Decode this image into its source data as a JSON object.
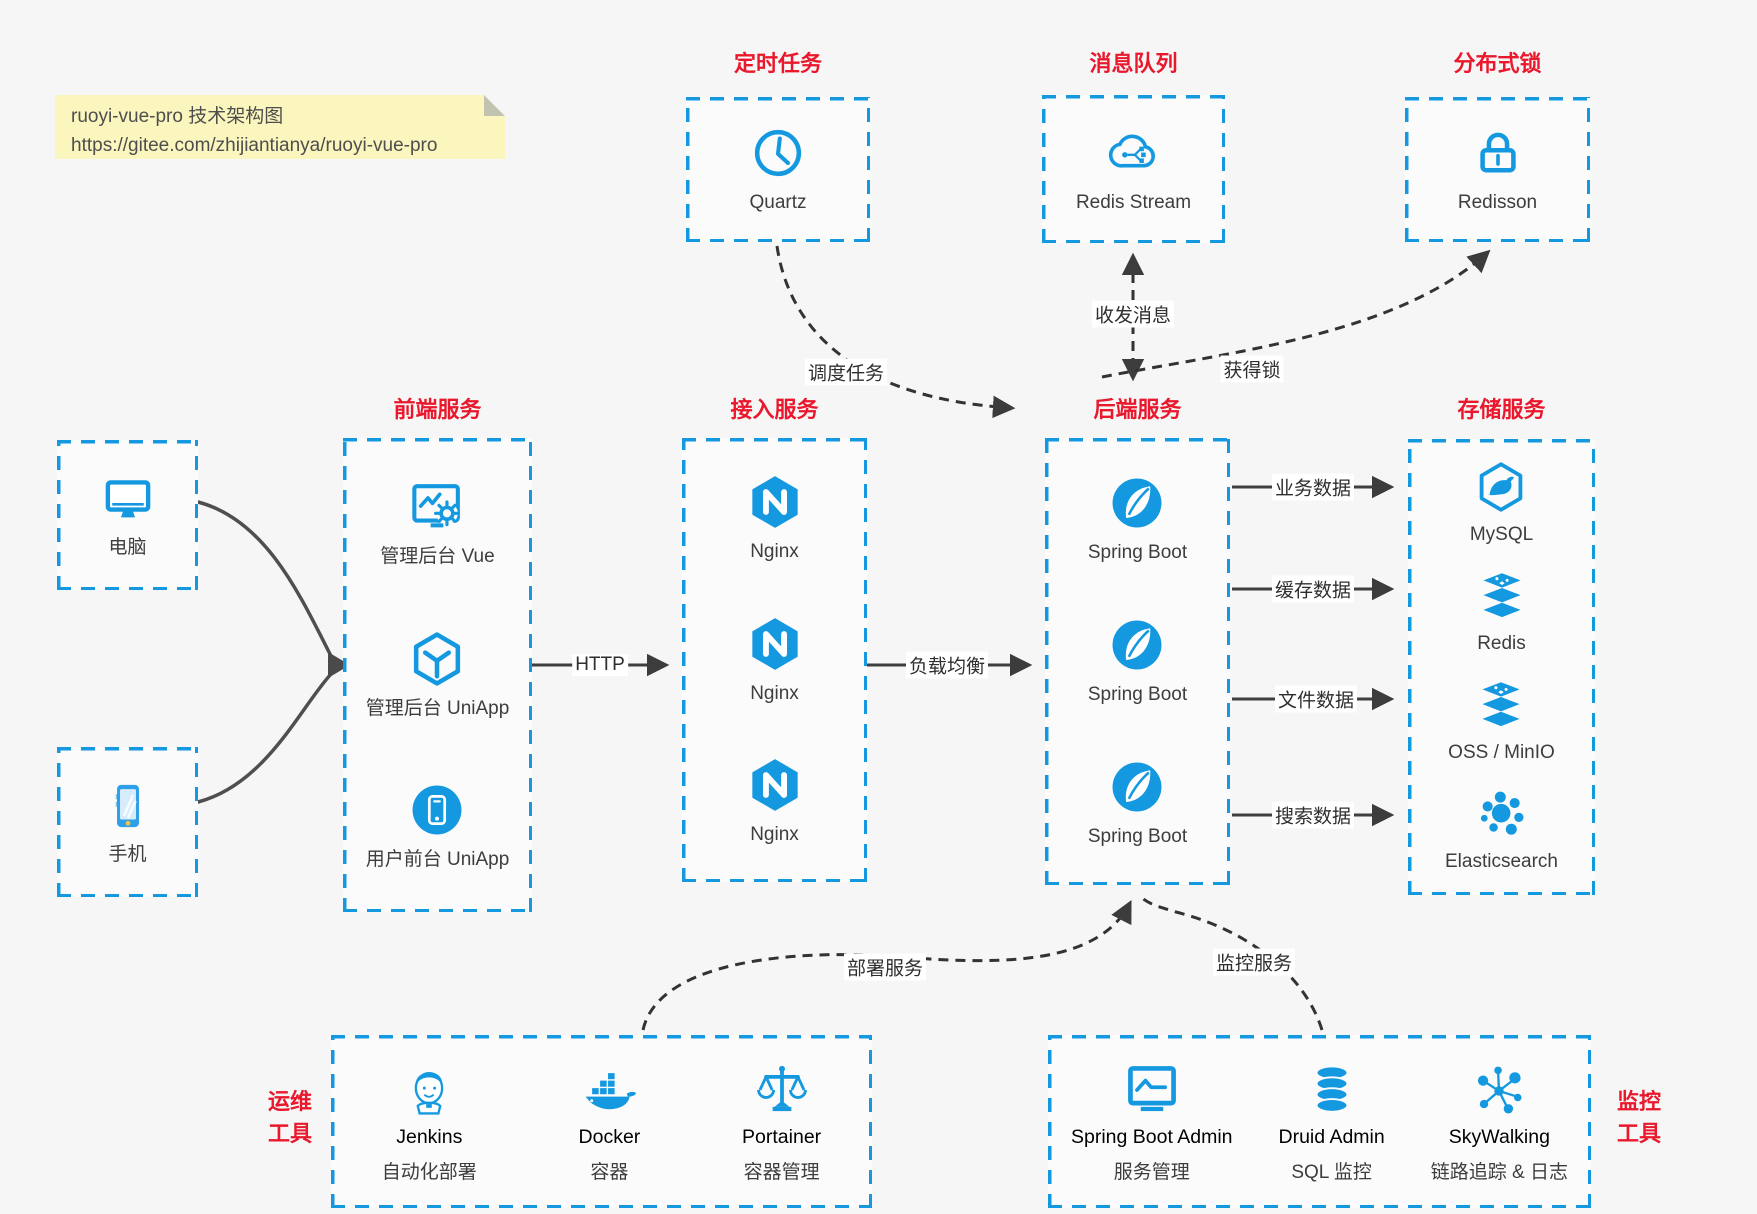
{
  "note": {
    "line1": "ruoyi-vue-pro 技术架构图",
    "line2": "https://gitee.com/zhijiantianya/ruoyi-vue-pro"
  },
  "colors": {
    "accent_blue": "#1499e0",
    "title_red": "#e9182c",
    "note_bg": "#fbf6bd",
    "arrow_dark": "#3f3f3f",
    "canvas_bg": "#f6f6f6"
  },
  "top_services": [
    {
      "title": "定时任务",
      "icon": "clock-icon",
      "label": "Quartz"
    },
    {
      "title": "消息队列",
      "icon": "message-cloud-icon",
      "label": "Redis Stream"
    },
    {
      "title": "分布式锁",
      "icon": "lock-icon",
      "label": "Redisson"
    }
  ],
  "clients": [
    {
      "icon": "desktop-icon",
      "label": "电脑"
    },
    {
      "icon": "phone-icon",
      "label": "手机"
    }
  ],
  "frontend": {
    "title": "前端服务",
    "items": [
      {
        "icon": "admin-vue-icon",
        "label": "管理后台 Vue"
      },
      {
        "icon": "uniapp-cube-icon",
        "label": "管理后台 UniApp"
      },
      {
        "icon": "mobile-app-icon",
        "label": "用户前台 UniApp"
      }
    ]
  },
  "gateway": {
    "title": "接入服务",
    "items": [
      {
        "icon": "nginx-icon",
        "label": "Nginx"
      },
      {
        "icon": "nginx-icon",
        "label": "Nginx"
      },
      {
        "icon": "nginx-icon",
        "label": "Nginx"
      }
    ]
  },
  "backend": {
    "title": "后端服务",
    "items": [
      {
        "icon": "spring-boot-icon",
        "label": "Spring Boot"
      },
      {
        "icon": "spring-boot-icon",
        "label": "Spring Boot"
      },
      {
        "icon": "spring-boot-icon",
        "label": "Spring Boot"
      }
    ]
  },
  "storage": {
    "title": "存储服务",
    "items": [
      {
        "icon": "mysql-icon",
        "label": "MySQL"
      },
      {
        "icon": "redis-stack-icon",
        "label": "Redis"
      },
      {
        "icon": "storage-stack-icon",
        "label": "OSS / MinIO"
      },
      {
        "icon": "elasticsearch-icon",
        "label": "Elasticsearch"
      }
    ]
  },
  "ops_tools": {
    "title_line1": "运维",
    "title_line2": "工具",
    "items": [
      {
        "icon": "jenkins-icon",
        "name": "Jenkins",
        "desc": "自动化部署"
      },
      {
        "icon": "docker-icon",
        "name": "Docker",
        "desc": "容器"
      },
      {
        "icon": "portainer-icon",
        "name": "Portainer",
        "desc": "容器管理"
      }
    ]
  },
  "monitor_tools": {
    "title_line1": "监控",
    "title_line2": "工具",
    "items": [
      {
        "icon": "spring-boot-admin-icon",
        "name": "Spring Boot Admin",
        "desc": "服务管理"
      },
      {
        "icon": "druid-icon",
        "name": "Druid Admin",
        "desc": "SQL 监控"
      },
      {
        "icon": "skywalking-icon",
        "name": "SkyWalking",
        "desc": "链路追踪 & 日志"
      }
    ]
  },
  "edge_labels": {
    "http": "HTTP",
    "load_balance": "负载均衡",
    "schedule_task": "调度任务",
    "send_receive_message": "收发消息",
    "acquire_lock": "获得锁",
    "business_data": "业务数据",
    "cache_data": "缓存数据",
    "file_data": "文件数据",
    "search_data": "搜索数据",
    "deploy_service": "部署服务",
    "monitor_service": "监控服务"
  }
}
